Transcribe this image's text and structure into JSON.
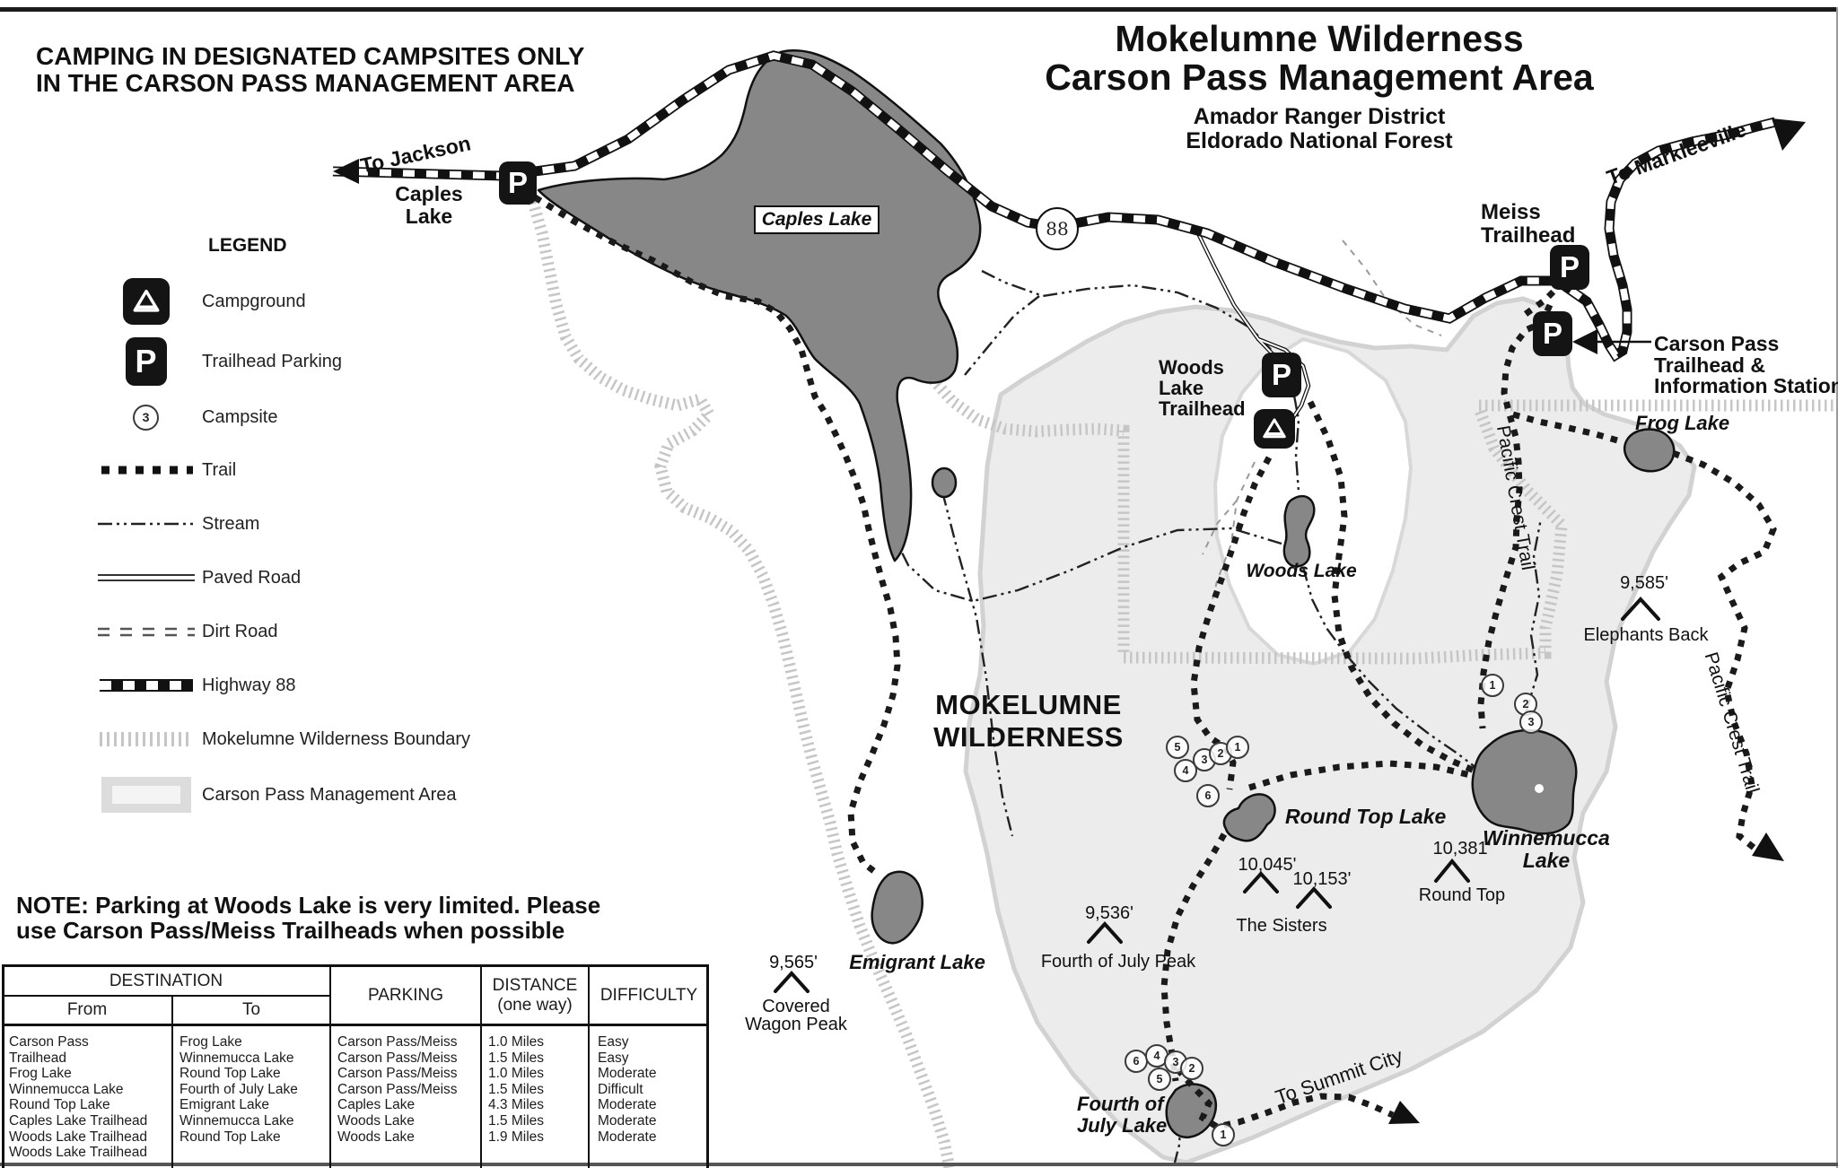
{
  "header": {
    "camping_notice_l1": "CAMPING IN DESIGNATED CAMPSITES ONLY",
    "camping_notice_l2": "IN THE CARSON PASS MANAGEMENT AREA"
  },
  "title": {
    "l1": "Mokelumne Wilderness",
    "l2": "Carson Pass Management Area",
    "sub1": "Amador Ranger District",
    "sub2": "Eldorado National Forest"
  },
  "legend": {
    "heading": "LEGEND",
    "campground": "Campground",
    "trailhead_parking": "Trailhead Parking",
    "campsite": "Campsite",
    "campsite_symbol": "3",
    "trail": "Trail",
    "stream": "Stream",
    "paved_road": "Paved Road",
    "dirt_road": "Dirt Road",
    "highway": "Highway 88",
    "boundary": "Mokelumne Wilderness Boundary",
    "management_area": "Carson Pass Management Area"
  },
  "note": {
    "l1": "NOTE: Parking at Woods Lake is very limited. Please",
    "l2": "use Carson Pass/Meiss Trailheads when possible"
  },
  "table": {
    "headers": {
      "destination": "DESTINATION",
      "from": "From",
      "to": "To",
      "parking": "PARKING",
      "distance_l1": "DISTANCE",
      "distance_l2": "(one way)",
      "difficulty": "DIFFICULTY"
    },
    "from_lines": [
      "Carson Pass",
      "Trailhead",
      "Frog Lake",
      "Winnemucca Lake",
      "Round Top Lake",
      "Caples Lake Trailhead",
      "Woods Lake Trailhead",
      "Woods Lake Trailhead"
    ],
    "to_lines": [
      "Frog Lake",
      "Winnemucca Lake",
      "Round Top Lake",
      "Fourth of July Lake",
      "Emigrant Lake",
      "Winnemucca Lake",
      "Round Top Lake"
    ],
    "parking_lines": [
      "Carson Pass/Meiss",
      "Carson Pass/Meiss",
      "Carson Pass/Meiss",
      "Carson Pass/Meiss",
      "Caples Lake",
      "Woods Lake",
      "Woods Lake"
    ],
    "distance_lines": [
      "1.0 Miles",
      "1.5 Miles",
      "1.0 Miles",
      "1.5 Miles",
      "4.3 Miles",
      "1.5 Miles",
      "1.9 Miles"
    ],
    "difficulty_lines": [
      "Easy",
      "Easy",
      "Moderate",
      "Difficult",
      "Moderate",
      "Moderate",
      "Moderate"
    ]
  },
  "map": {
    "p_letter": "P",
    "highway_shield": "88",
    "wilderness_l1": "MOKELUMNE",
    "wilderness_l2": "WILDERNESS",
    "pacific_crest_trail": "Pacific Crest Trail",
    "directions": {
      "jackson": "To Jackson",
      "markleeville": "To Markleeville",
      "summit_city": "To Summit City"
    },
    "trailheads": {
      "caples_l1": "Caples",
      "caples_l2": "Lake",
      "woods_l1": "Woods",
      "woods_l2": "Lake",
      "woods_l3": "Trailhead",
      "meiss_l1": "Meiss",
      "meiss_l2": "Trailhead",
      "carson_l1": "Carson Pass",
      "carson_l2": "Trailhead &",
      "carson_l3": "Information Station"
    },
    "lakes": {
      "caples": "Caples Lake",
      "woods": "Woods Lake",
      "frog": "Frog Lake",
      "round_top": "Round Top Lake",
      "winnemucca_l1": "Winnemucca",
      "winnemucca_l2": "Lake",
      "emigrant": "Emigrant Lake",
      "fourth_of_july_l1": "Fourth of",
      "fourth_of_july_l2": "July Lake"
    },
    "peaks": {
      "elephants_back": {
        "elev": "9,585'",
        "name": "Elephants Back"
      },
      "round_top": {
        "elev": "10,381'",
        "name": "Round Top"
      },
      "sisters_a": {
        "elev": "10,045'"
      },
      "sisters_b": {
        "elev": "10,153'"
      },
      "sisters_name": "The Sisters",
      "fourth_of_july": {
        "elev": "9,536'",
        "name": "Fourth of July Peak"
      },
      "covered_wagon": {
        "elev": "9,565'",
        "name_l1": "Covered",
        "name_l2": "Wagon Peak"
      }
    },
    "campsites": {
      "round_top": [
        "5",
        "3",
        "2",
        "1",
        "4",
        "6"
      ],
      "winnemucca": [
        "1",
        "2",
        "3"
      ],
      "fourth_of_july": [
        "6",
        "4",
        "3",
        "2",
        "5",
        "1"
      ]
    }
  },
  "colors": {
    "lake_fill": "#878787",
    "management_area_fill": "#ececec",
    "boundary_gray": "#c6c6c6",
    "ink": "#111111"
  }
}
